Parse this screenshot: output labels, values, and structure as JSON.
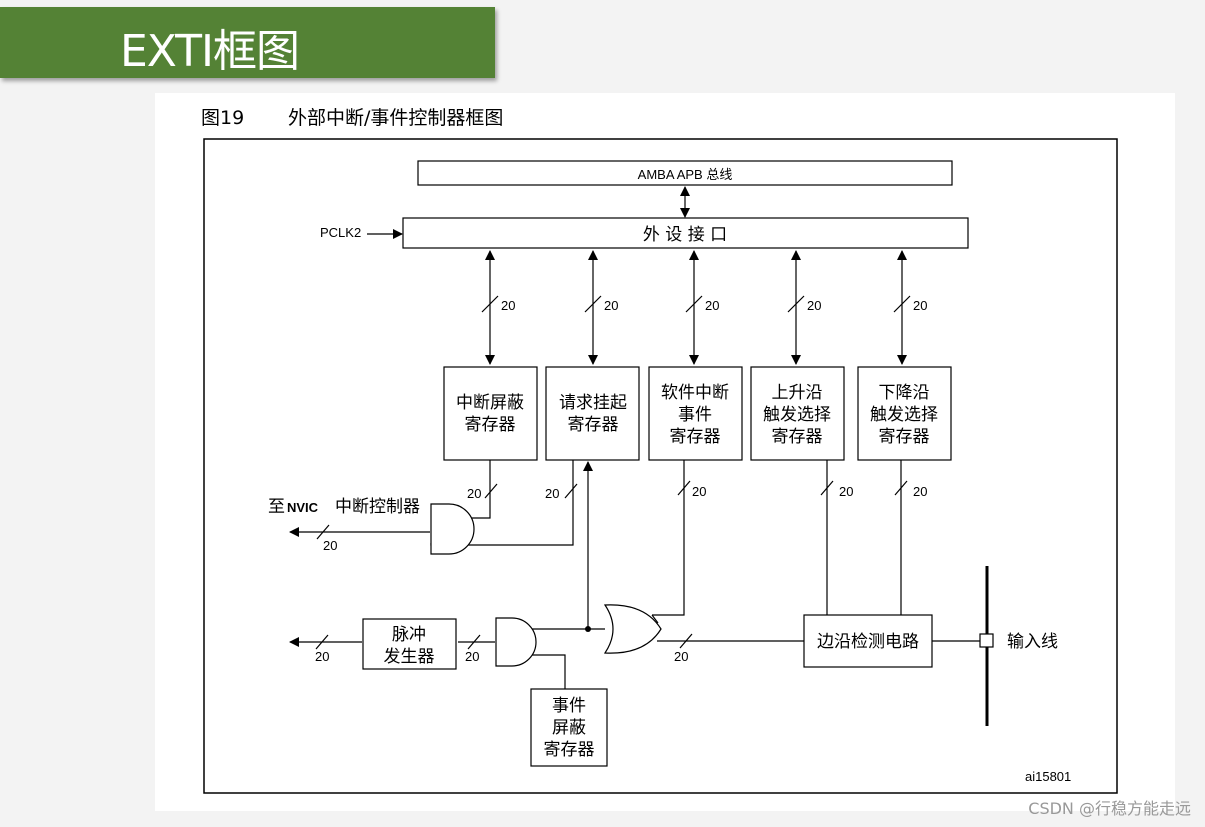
{
  "slide": {
    "title": "EXTI框图",
    "watermark": "CSDN @行稳方能走远"
  },
  "figure": {
    "caption_number": "图19",
    "caption_title": "外部中断/事件控制器框图",
    "figure_id": "ai15801"
  },
  "buses": {
    "amba": "AMBA APB 总线",
    "peripheral_interface": "外 设 接 口",
    "clock": "PCLK2"
  },
  "registers": {
    "interrupt_mask": [
      "中断屏蔽",
      "寄存器"
    ],
    "pending_request": [
      "请求挂起",
      "寄存器"
    ],
    "software_interrupt_event": [
      "软件中断",
      "事件",
      "寄存器"
    ],
    "rising_trigger": [
      "上升沿",
      "触发选择",
      "寄存器"
    ],
    "falling_trigger": [
      "下降沿",
      "触发选择",
      "寄存器"
    ],
    "event_mask": [
      "事件",
      "屏蔽",
      "寄存器"
    ]
  },
  "blocks": {
    "pulse_generator": [
      "脉冲",
      "发生器"
    ],
    "edge_detect": "边沿检测电路",
    "input_line": "输入线",
    "nvic_prefix": "至",
    "nvic_bold": "NVIC",
    "nvic_suffix": "中断控制器"
  },
  "bus_width": "20"
}
